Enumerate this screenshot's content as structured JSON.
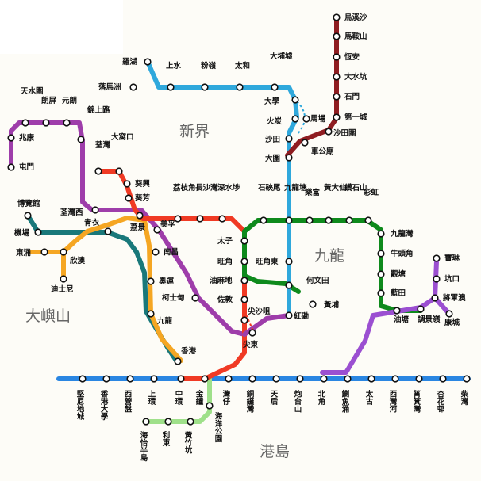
{
  "regions": {
    "new_territories": "新界",
    "kowloon": "九龍",
    "lantau": "大嶼山",
    "hong_kong_island": "港島"
  },
  "line_colors": {
    "east_rail": "#2fa8dc",
    "ma_on_shan": "#8f1d21",
    "west_rail": "#9e3daa",
    "tsuen_wan": "#f03a24",
    "kwun_tong": "#0e8a1c",
    "tung_chung": "#f5a623",
    "airport_express": "#19787a",
    "island": "#2a86e2",
    "south_island": "#9fe08a",
    "tseung_kwan_o": "#9b4fd1"
  },
  "stations": {
    "wu_kai_sha": "烏溪沙",
    "ma_on_shan": "馬鞍山",
    "heng_on": "恆安",
    "tai_shui_hang": "大水坑",
    "shek_mun": "石門",
    "city_one": "第一城",
    "sha_tin_wai": "沙田圍",
    "che_kung_temple": "車公廟",
    "lo_wu": "羅湖",
    "lok_ma_chau": "落馬洲",
    "sheung_shui": "上水",
    "fanling": "粉嶺",
    "tai_wo": "太和",
    "tai_po_market": "大埔墟",
    "university": "大學",
    "racecourse": "馬場",
    "fo_tan": "火炭",
    "sha_tin": "沙田",
    "tai_wai": "大圍",
    "tin_shui_wai": "天水圍",
    "long_ping": "朗屏",
    "yuen_long": "元朗",
    "kam_sheung_road": "錦上路",
    "siu_hong": "兆康",
    "tuen_mun": "屯門",
    "tsuen_wan": "荃灣",
    "tai_wo_hau": "大窩口",
    "kwai_hing": "葵興",
    "kwai_fong": "葵芳",
    "lai_king": "荔景",
    "tsuen_wan_west": "荃灣西",
    "lai_chi_kok": "荔枝角",
    "cheung_sha_wan": "長沙灣",
    "sham_shui_po": "深水埗",
    "mei_foo": "美孚",
    "nam_cheong": "南昌",
    "austin": "奧運",
    "olympic": "柯士甸",
    "kowloon": "九龍",
    "prince_edward": "太子",
    "mong_kok": "旺角",
    "mong_kok_east": "旺角東",
    "yau_ma_tei": "油麻地",
    "jordan": "佐敦",
    "tsim_sha_tsui": "尖沙咀",
    "east_tsim_sha_tsui": "尖東",
    "hung_hom": "紅磡",
    "ho_man_tin": "何文田",
    "whampoa": "黃埔",
    "shek_kip_mei": "石硤尾",
    "kowloon_tong": "九龍塘",
    "lok_fu": "樂富",
    "wong_tai_sin": "黃大仙",
    "diamond_hill": "鑽石山",
    "choi_hung": "彩虹",
    "kowloon_bay": "九龍灣",
    "ngau_tau_kok": "牛頭角",
    "kwun_tong": "觀塘",
    "lam_tin": "藍田",
    "yau_tong": "油塘",
    "tiu_keng_leng": "調景嶺",
    "tseung_kwan_o": "將軍澳",
    "po_lam": "寶琳",
    "hang_hau": "坑口",
    "lohas_park": "康城",
    "asiaworld_expo": "博覽館",
    "airport": "機場",
    "tung_chung": "東涌",
    "sunny_bay": "欣澳",
    "disneyland": "迪士尼",
    "tsing_yi": "青衣",
    "hong_kong": "香港",
    "kennedy_town": "堅尼地城",
    "hku": "香港大學",
    "sai_ying_pun": "西營盤",
    "sheung_wan": "上環",
    "central": "中環",
    "admiralty": "金鐘",
    "wan_chai": "灣仔",
    "causeway_bay": "銅鑼灣",
    "tin_hau": "天后",
    "fortress_hill": "炮台山",
    "north_point": "北角",
    "quarry_bay": "鰂魚涌",
    "tai_koo": "太古",
    "sai_wan_ho": "西灣河",
    "shau_kei_wan": "筲箕灣",
    "heng_fa_chuen": "杏花邨",
    "chai_wan": "柴灣",
    "ocean_park": "海洋公園",
    "wong_chuk_hang": "黃竹坑",
    "lei_tung": "利東",
    "south_horizons": "海怡半島"
  }
}
